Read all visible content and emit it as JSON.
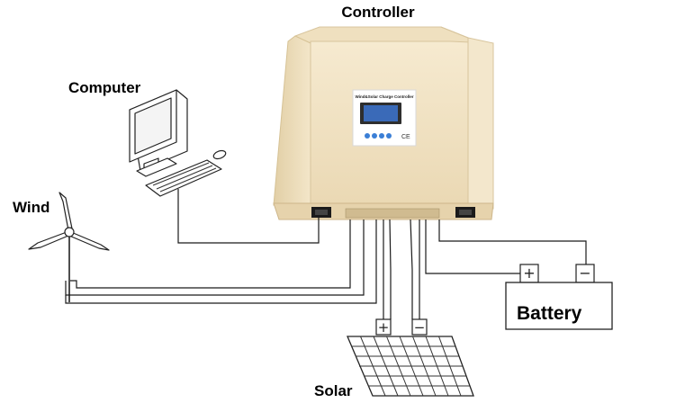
{
  "labels": {
    "controller": "Controller",
    "computer": "Computer",
    "wind": "Wind",
    "battery": "Battery",
    "solar": "Solar"
  },
  "controller_panel": {
    "caption": "Wind&Solar Charge Controller",
    "mark": "CE"
  },
  "battery_terminals": {
    "positive": "+",
    "negative": "−"
  },
  "solar_terminals": {
    "positive": "+",
    "negative": "−"
  },
  "colors": {
    "controller_body": "#f1e3c4",
    "controller_shade": "#ddc9a0",
    "display_screen": "#3a6ab8",
    "display_buttons": "#3b7fd6",
    "solar_panel": "#ffffff",
    "outline": "#1a1a1a"
  }
}
